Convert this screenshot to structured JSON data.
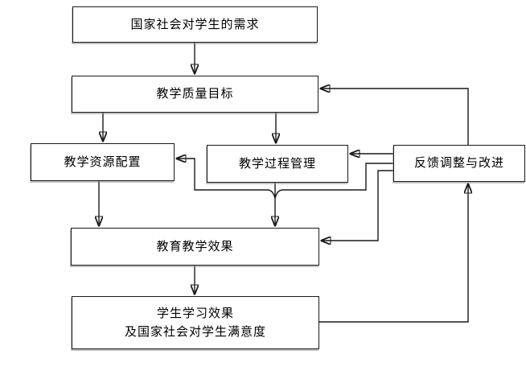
{
  "diagram": {
    "type": "flowchart",
    "background_color": "#ffffff",
    "line_color": "#1a1a1a",
    "box_fill": "#ffffff",
    "box_border_color": "#1a1a1a",
    "text_color": "#000000",
    "boxes": {
      "demand": {
        "label": "国家社会对学生的需求"
      },
      "quality": {
        "label": "教学质量目标"
      },
      "resource": {
        "label": "教学资源配置"
      },
      "process": {
        "label": "教学过程管理"
      },
      "feedback": {
        "label": "反馈调整与改进"
      },
      "effect": {
        "label": "教育教学效果"
      },
      "student": {
        "label_line1": "学生学习效果",
        "label_line2": "及国家社会对学生满意度"
      }
    },
    "edges": [
      {
        "from": "国家社会对学生的需求",
        "to": "教学质量目标"
      },
      {
        "from": "教学质量目标",
        "to": "教学资源配置"
      },
      {
        "from": "教学质量目标",
        "to": "教学过程管理"
      },
      {
        "from": "教学资源配置",
        "to": "教育教学效果"
      },
      {
        "from": "教学过程管理",
        "to": "教育教学效果"
      },
      {
        "from": "教育教学效果",
        "to": "学生学习效果及国家社会对学生满意度"
      },
      {
        "from": "学生学习效果及国家社会对学生满意度",
        "to": "反馈调整与改进"
      },
      {
        "from": "反馈调整与改进",
        "to": "教学质量目标"
      },
      {
        "from": "反馈调整与改进",
        "to": "教学过程管理"
      },
      {
        "from": "反馈调整与改进",
        "to": "教学资源配置"
      },
      {
        "from": "反馈调整与改进",
        "to": "教育教学效果"
      }
    ]
  }
}
